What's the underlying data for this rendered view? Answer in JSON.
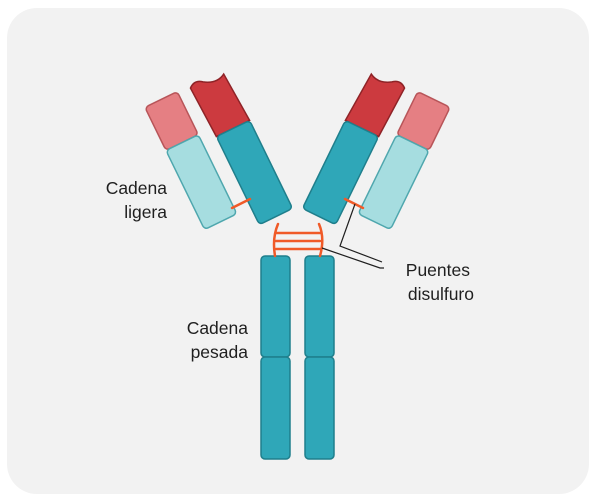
{
  "labels": {
    "light_chain_line1": "Cadena",
    "light_chain_line2": "ligera",
    "heavy_chain_line1": "Cadena",
    "heavy_chain_line2": "pesada",
    "disulfide_line1": "Puentes",
    "disulfide_line2": "disulfuro"
  },
  "colors": {
    "background_card": "#f2f2f2",
    "heavy_chain": "#2fa7b8",
    "heavy_chain_stroke": "#1f7f8c",
    "light_chain": "#a6dde0",
    "light_chain_stroke": "#4fa7ae",
    "heavy_variable": "#cc3a3f",
    "light_variable": "#e57f83",
    "variable_stroke": "#8f2327",
    "disulfide_bond": "#f05a28",
    "leader_line": "#1f1f1f"
  }
}
